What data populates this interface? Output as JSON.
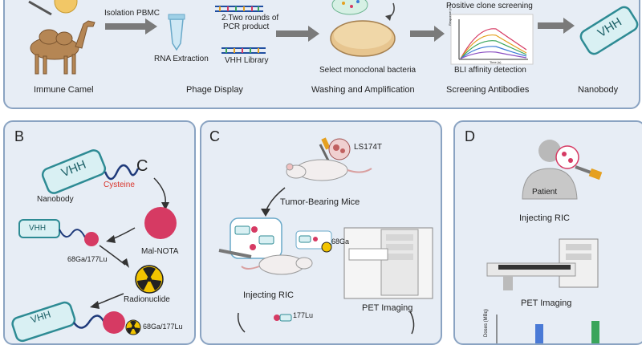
{
  "panel_a": {
    "step1_label": "Immune Camel",
    "arrow_label": "Isolation PBMC",
    "rna_label": "RNA Extraction",
    "pcr_label": "2.Two rounds of PCR product",
    "pcr_line1": "2.Two rounds of",
    "pcr_line2": "PCR product",
    "library_label": "VHH Library",
    "step2_label": "Phage Display",
    "select_label": "Select monoclonal bacteria",
    "step3_label": "Washing and Amplification",
    "positive_label": "Positive clone screening",
    "bli_label": "BLI affinity detection",
    "bli_ylabel": "Response (nm)",
    "bli_xlabel": "Time (s)",
    "step4_label": "Screening Antibodies",
    "vhh_text": "VHH",
    "step5_label": "Nanobody"
  },
  "panel_b": {
    "letter": "B",
    "vhh_text": "VHH",
    "c_text": "C",
    "nanobody_label": "Nanobody",
    "cysteine_label": "Cysteine",
    "malnota_label": "Mal-NOTA",
    "vhh_small": "VHH",
    "isotope_label": "68Ga/177Lu",
    "radionuclide_label": "Radionuclide",
    "final_vhh": "VHH",
    "final_isotope": "68Ga/177Lu",
    "cysteine_color": "#d9342b"
  },
  "panel_c": {
    "letter": "C",
    "cell_label": "LS174T",
    "mice_label": "Tumor-Bearing Mice",
    "injecting_label": "Injecting RIC",
    "pet_label": "PET Imaging",
    "ga_label": "68Ga",
    "lu_label": "177Lu"
  },
  "panel_d": {
    "letter": "D",
    "patient_label": "Patient",
    "injecting_label": "Injecting RIC",
    "pet_label": "PET Imaging",
    "dose_label": "Doses (MBq)"
  },
  "colors": {
    "panel_bg": "#e7edf5",
    "panel_border": "#8aa3c2",
    "nanobody_fill": "#d9f0f3",
    "nanobody_stroke": "#2e8b94",
    "linker": "#1f3a7a",
    "nota": "#d63a63",
    "radio_yellow": "#f2c400"
  }
}
